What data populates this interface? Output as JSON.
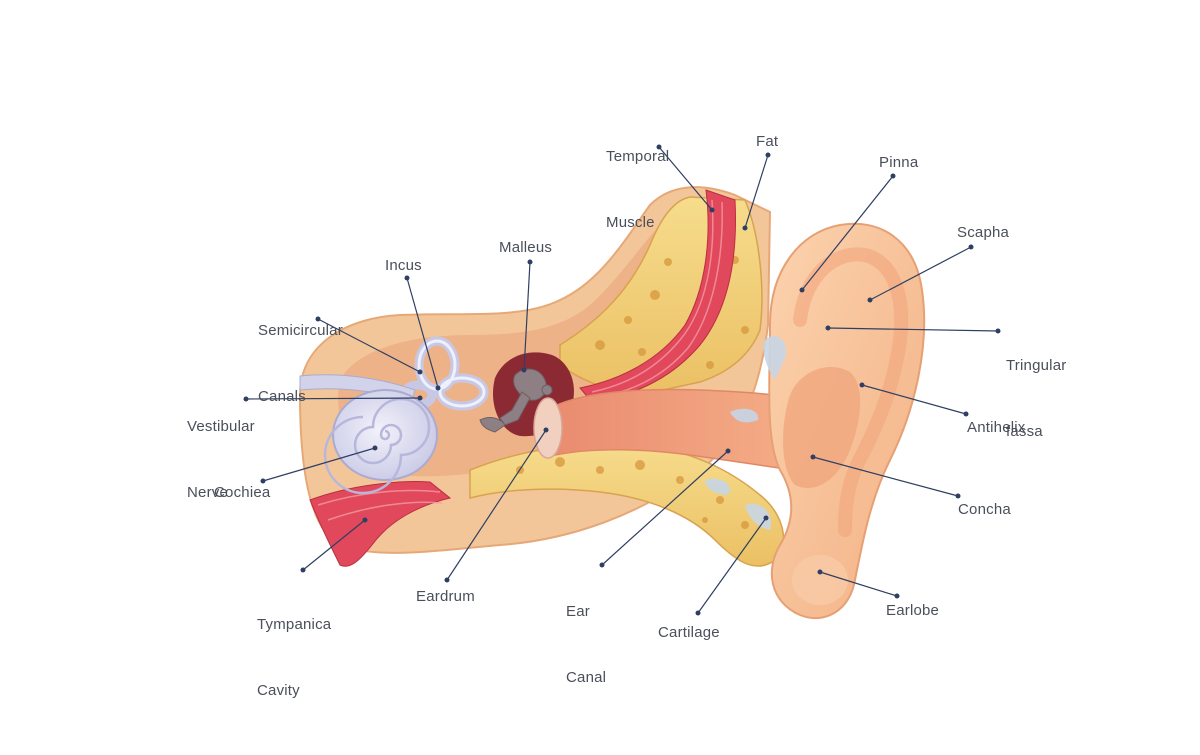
{
  "labels": {
    "temporal_muscle": [
      "Temporal",
      "Muscle"
    ],
    "fat": "Fat",
    "pinna": "Pinna",
    "scapha": "Scapha",
    "tringular_fassa": [
      "Tringular",
      "fassa"
    ],
    "antihelix": "Antihelix",
    "concha": "Concha",
    "earlobe": "Earlobe",
    "cartilage": "Cartilage",
    "ear_canal": [
      "Ear",
      "Canal"
    ],
    "eardrum": "Eardrum",
    "tympanica_cavity": [
      "Tympanica",
      "Cavity"
    ],
    "cochiea": "Cochiea",
    "vestibular_nerve": [
      "Vestibular",
      "Nerve"
    ],
    "semicircular_canals": [
      "Semicircular",
      "Canals"
    ],
    "incus": "Incus",
    "malleus": "Malleus"
  },
  "colors": {
    "leader_line": "#2f3f63",
    "skin": "#f6c59a",
    "skin_dark": "#ef9f78",
    "bone": "#f2d27a",
    "muscle": "#e0475a",
    "cochlea": "#dcdcf2"
  }
}
